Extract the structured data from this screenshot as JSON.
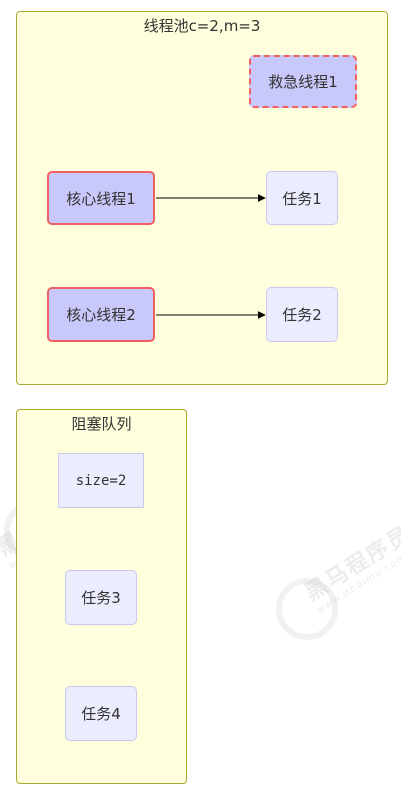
{
  "pool": {
    "title": "线程池c=2,m=3"
  },
  "queue": {
    "title": "阻塞队列",
    "size_label": "size=2"
  },
  "nodes": {
    "rescue": "救急线程1",
    "core1": "核心线程1",
    "core2": "核心线程2",
    "task1": "任务1",
    "task2": "任务2",
    "task3": "任务3",
    "task4": "任务4"
  },
  "watermark": {
    "brand": "黑马程序员",
    "url": "www.itheima.com"
  },
  "colors": {
    "cluster_fill": "#ffffde",
    "cluster_border": "#aaaa33",
    "node_fill": "#ececff",
    "thread_fill": "#c8c8fa",
    "thread_border": "#f06060"
  }
}
